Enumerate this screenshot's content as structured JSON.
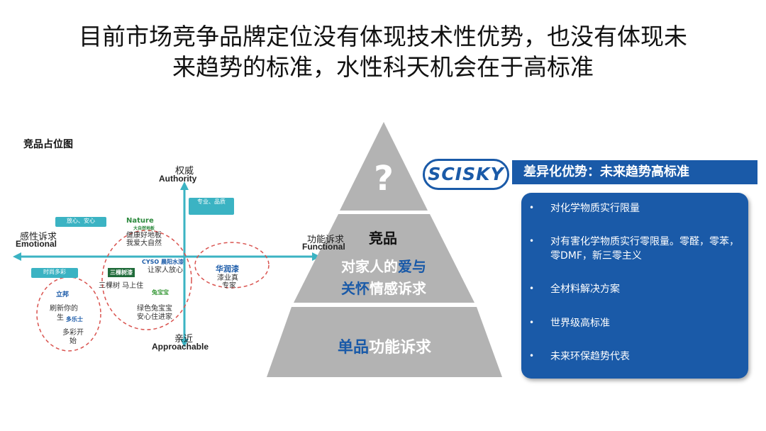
{
  "title": {
    "line1": "目前市场竞争品牌定位没有体现技术性优势，也没有体现未",
    "line2": "来趋势的标准，水性科天机会在于高标准"
  },
  "map": {
    "title": "竞品占位图",
    "top_zh": "权威",
    "top_en": "Authority",
    "left_zh": "感性诉求",
    "left_en": "Emotional",
    "right_zh": "功能诉求",
    "right_en": "Functional",
    "bottom_zh": "亲近",
    "bottom_en": "Approachable",
    "tags": {
      "quality": "专业、品质",
      "safe": "放心、安心",
      "fashion": "时尚多彩"
    },
    "brands": {
      "nature_logo": "Nature",
      "nature_sub": "大自然地板",
      "nature_slogan_1": "健康好地板",
      "nature_slogan_2": "我爱大自然",
      "cyso_logo": "CYSO 晨阳水漆",
      "cyso_slogan": "让家人放心",
      "sanke_logo": "三棵树漆",
      "sanke_slogan": "三棵树 马上住",
      "tubao_logo": "兔宝宝",
      "tubao_slogan_1": "绿色兔宝宝",
      "tubao_slogan_2": "安心住进家",
      "huarun_logo": "华润漆",
      "huarun_slogan_1": "漆业真",
      "huarun_slogan_2": "专家",
      "libang_logo": "立邦",
      "libang_slogan_1": "刷新你的",
      "libang_slogan_2": "生",
      "duluxe_logo": "多乐士",
      "duluxe_slogan_1": "多彩开",
      "duluxe_slogan_2": "始"
    }
  },
  "pyramid": {
    "top": "?",
    "mid_label": "竞品",
    "mid_line1_a": "对家人的",
    "mid_line1_b": "爱与",
    "mid_line2_a": "关怀",
    "mid_line2_b": "情感诉求",
    "bottom_a": "单品",
    "bottom_b": "功能诉求"
  },
  "advantage": {
    "logo": "SCISKY",
    "banner": "差异化优势：未来趋势高标准",
    "bullets": [
      "对化学物质实行限量",
      "对有害化学物质实行零限量。零醛，零苯，零DMF，新三零主义",
      "全材料解决方案",
      "世界级高标准",
      "未来环保趋势代表"
    ]
  },
  "colors": {
    "brand_blue": "#1a5aa8",
    "axis_teal": "#3bb3c3",
    "circle_red": "#d9534f",
    "pyramid_gray": "#b3b3b3"
  }
}
